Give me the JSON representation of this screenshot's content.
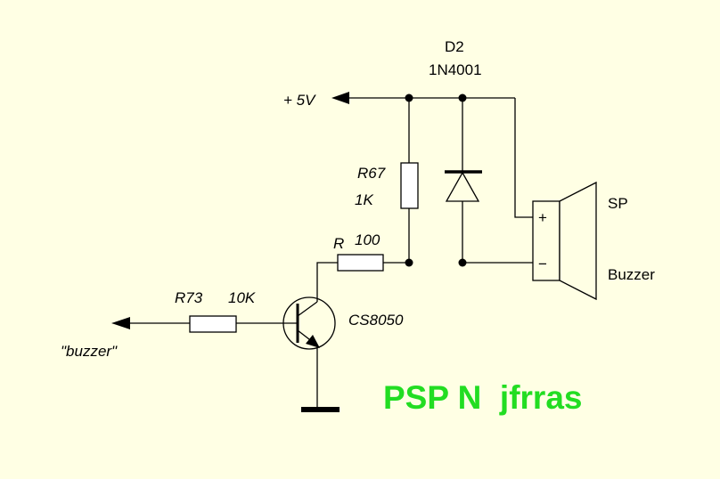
{
  "colors": {
    "background": "#FFFFE4",
    "wire": "#000000",
    "credit": "#22DD22"
  },
  "labels": {
    "supply": "+ 5V",
    "diode_ref": "D2",
    "diode_part": "1N4001",
    "r67_ref": "R67",
    "r67_value": "1K",
    "r_base_ref": "R",
    "r_base_value": "100",
    "r73_ref": "R73",
    "r73_value": "10K",
    "transistor": "CS8050",
    "input_signal": "\"buzzer\"",
    "speaker_ref": "SP",
    "speaker_name": "Buzzer",
    "plus_terminal": "+",
    "minus_terminal": "−",
    "credit": "PSP N  jfrras"
  }
}
